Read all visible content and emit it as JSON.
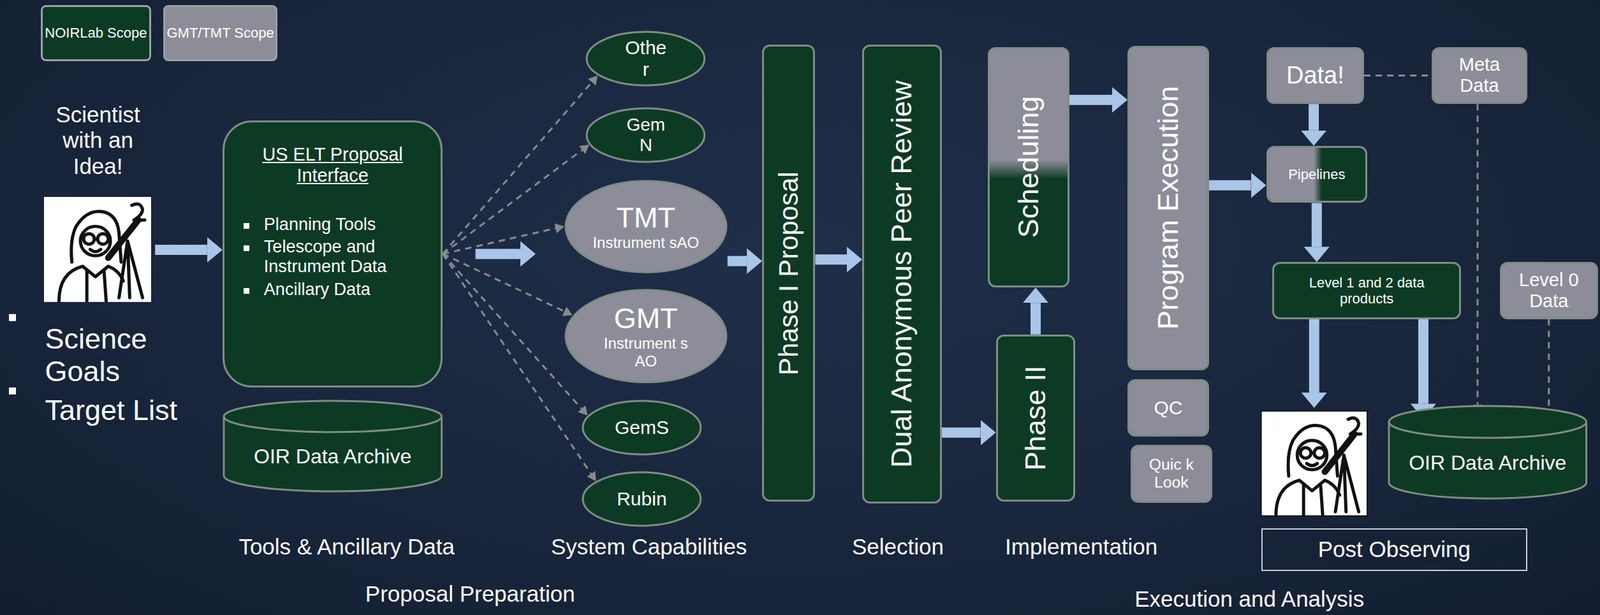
{
  "diagram": {
    "nodes": [
      {
        "text": [
          "Scientist with an Idea!"
        ]
      },
      {
        "text": [
          "US ELT Proposal Interface",
          "Planning Tools",
          "Telescope and Instrument Data",
          "Ancillary Data"
        ]
      },
      {
        "text": [
          "OIR Data Archive"
        ]
      },
      {
        "text": [
          "Othe r"
        ]
      },
      {
        "text": [
          "Gem N"
        ]
      },
      {
        "text": [
          "TMT",
          "Instrument sAO"
        ]
      },
      {
        "text": [
          "GMT",
          "Instrument s AO"
        ]
      },
      {
        "text": [
          "GemS"
        ]
      },
      {
        "text": [
          "Rubin"
        ]
      },
      {
        "text": [
          "Phase I Proposal"
        ]
      },
      {
        "text": [
          "Dual Anonymous Peer Review"
        ]
      },
      {
        "text": [
          "Scheduling"
        ]
      },
      {
        "text": [
          "Phase II"
        ]
      },
      {
        "text": [
          "Program Execution"
        ]
      },
      {
        "text": [
          "QC"
        ]
      },
      {
        "text": [
          "Quic k Look"
        ]
      },
      {
        "text": [
          "Data!"
        ]
      },
      {
        "text": [
          "Meta Data"
        ]
      },
      {
        "text": [
          "Pipelines"
        ]
      },
      {
        "text": [
          "Level 1 and 2 data products"
        ]
      },
      {
        "text": [
          "Level 0 Data"
        ]
      },
      {
        "text": [
          "OIR Data Archive"
        ]
      },
      {
        "text": [
          "Post Observing"
        ]
      }
    ],
    "edges": [
      {
        "from": 0,
        "to": 1,
        "arrow": "to"
      },
      {
        "from": 1,
        "to": 3,
        "arrow": "to"
      },
      {
        "from": 1,
        "to": 4,
        "arrow": "to"
      },
      {
        "from": 1,
        "to": 5,
        "arrow": "to"
      },
      {
        "from": 1,
        "to": 6,
        "arrow": "to"
      },
      {
        "from": 1,
        "to": 7,
        "arrow": "to"
      },
      {
        "from": 1,
        "to": 8,
        "arrow": "to"
      },
      {
        "from": 5,
        "to": 9,
        "arrow": "to"
      },
      {
        "from": 9,
        "to": 10,
        "arrow": "to"
      },
      {
        "from": 10,
        "to": 12,
        "arrow": "to"
      },
      {
        "from": 12,
        "to": 11,
        "arrow": "to"
      },
      {
        "from": 11,
        "to": 13,
        "arrow": "to"
      },
      {
        "from": 13,
        "to": 16,
        "arrow": "to"
      },
      {
        "from": 16,
        "to": 17,
        "arrow": "none"
      },
      {
        "from": 16,
        "to": 18,
        "arrow": "to"
      },
      {
        "from": 18,
        "to": 19,
        "arrow": "to"
      },
      {
        "from": 19,
        "to": 21,
        "arrow": "to"
      },
      {
        "from": 17,
        "to": 21,
        "arrow": "to"
      },
      {
        "from": 20,
        "to": 21,
        "arrow": "to"
      }
    ],
    "labels": [
      "Science Goals",
      "Target List",
      "Tools & Ancillary Data",
      "System Capabilities",
      "Selection",
      "Implementation",
      "Proposal Preparation",
      "Execution and Analysis"
    ],
    "legend": [
      {
        "text": "NOIRLab Scope",
        "color": "#0d3a23"
      },
      {
        "text": "GMT/TMT Scope",
        "color": "#8d8d99"
      }
    ]
  }
}
